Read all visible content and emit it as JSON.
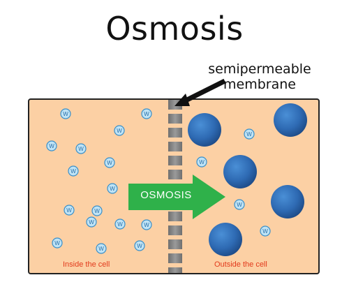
{
  "title": "Osmosis",
  "membrane_label": {
    "line1": "semipermeable",
    "line2": "membrane"
  },
  "arrow_label": "OSMOSIS",
  "inside_label": "Inside the cell",
  "outside_label": "Outside the cell",
  "water_symbol": "W",
  "colors": {
    "background": "#fcd0a4",
    "membrane": "#8a8a8a",
    "water_fill": "#bfe3f5",
    "water_stroke": "#3a8fc9",
    "solute": "#2f6db3",
    "arrow": "#2fb14a",
    "labels": "#e23a1c"
  },
  "legend": {
    "water_molecule": "W"
  }
}
